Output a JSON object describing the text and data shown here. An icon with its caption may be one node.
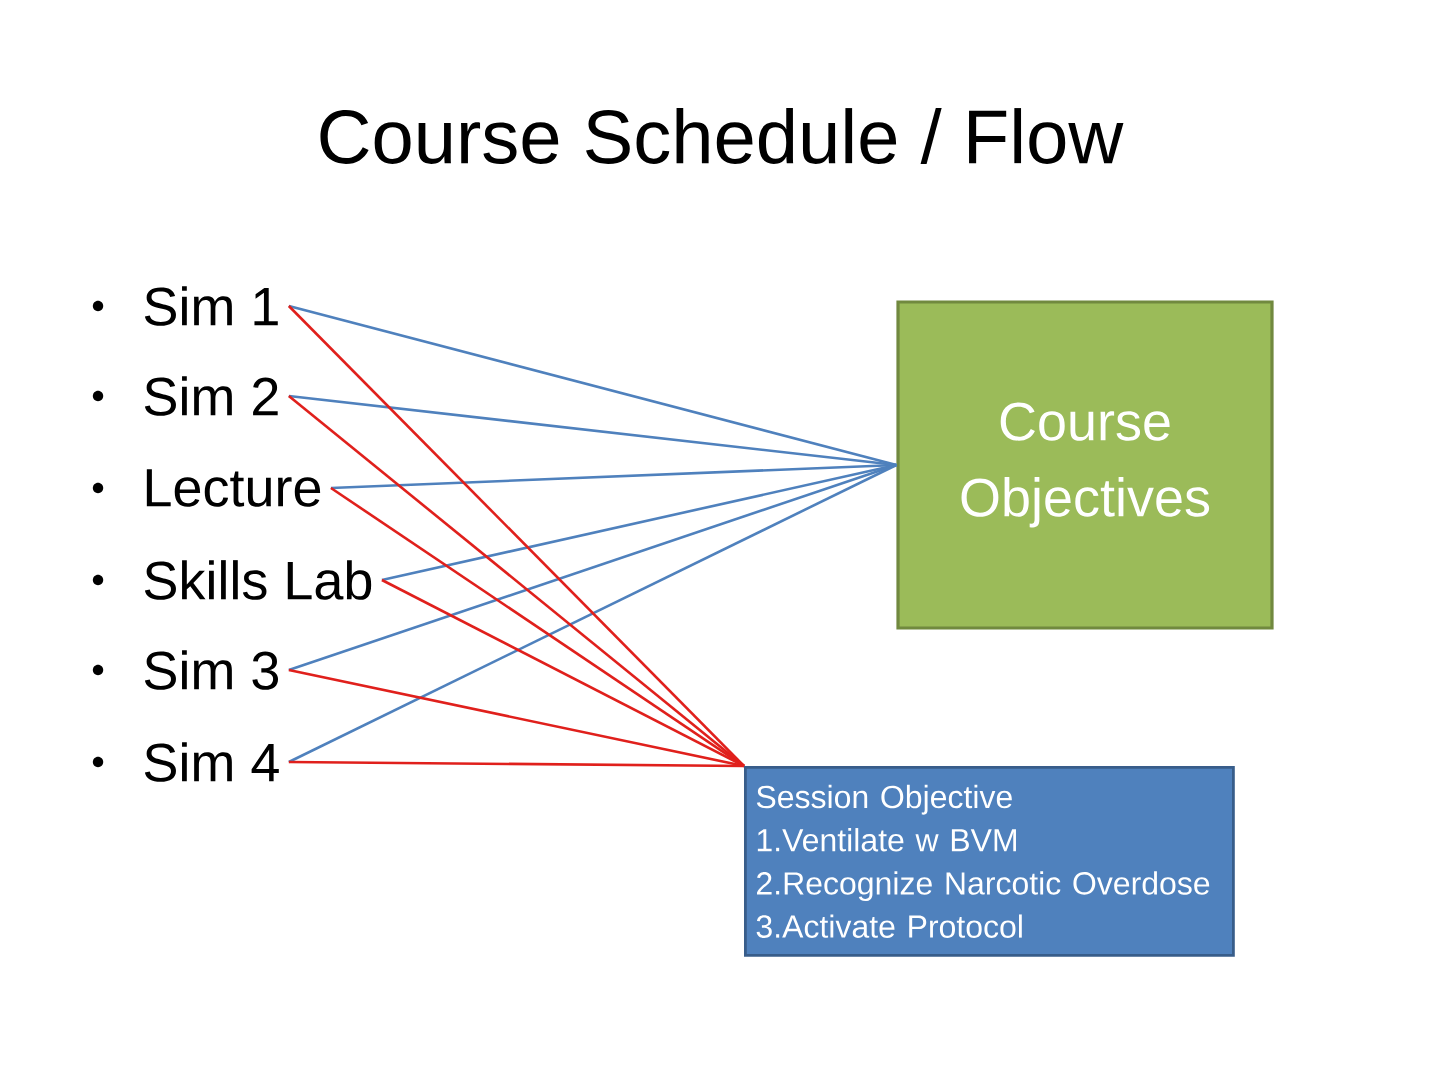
{
  "diagram": {
    "title": "Course Schedule / Flow",
    "nodes": [
      {
        "text": [
          "Sim 1"
        ]
      },
      {
        "text": [
          "Sim 2"
        ]
      },
      {
        "text": [
          "Lecture"
        ]
      },
      {
        "text": [
          "Skills Lab"
        ]
      },
      {
        "text": [
          "Sim 3"
        ]
      },
      {
        "text": [
          "Sim 4"
        ]
      },
      {
        "text": [
          "Course Objectives"
        ]
      },
      {
        "text": [
          "Session Objective",
          "1.Ventilate w BVM",
          "2.Recognize Narcotic Overdose",
          "3.Activate Protocol"
        ]
      }
    ],
    "edges": [
      {
        "from": 0,
        "to": 6,
        "arrow": "none",
        "color": "#4f81bd"
      },
      {
        "from": 1,
        "to": 6,
        "arrow": "none",
        "color": "#4f81bd"
      },
      {
        "from": 2,
        "to": 6,
        "arrow": "none",
        "color": "#4f81bd"
      },
      {
        "from": 3,
        "to": 6,
        "arrow": "none",
        "color": "#4f81bd"
      },
      {
        "from": 4,
        "to": 6,
        "arrow": "none",
        "color": "#4f81bd"
      },
      {
        "from": 5,
        "to": 6,
        "arrow": "none",
        "color": "#4f81bd"
      },
      {
        "from": 0,
        "to": 7,
        "arrow": "none",
        "color": "#e0201c"
      },
      {
        "from": 1,
        "to": 7,
        "arrow": "none",
        "color": "#e0201c"
      },
      {
        "from": 2,
        "to": 7,
        "arrow": "none",
        "color": "#e0201c"
      },
      {
        "from": 3,
        "to": 7,
        "arrow": "none",
        "color": "#e0201c"
      },
      {
        "from": 4,
        "to": 7,
        "arrow": "none",
        "color": "#e0201c"
      },
      {
        "from": 5,
        "to": 7,
        "arrow": "none",
        "color": "#e0201c"
      }
    ]
  }
}
